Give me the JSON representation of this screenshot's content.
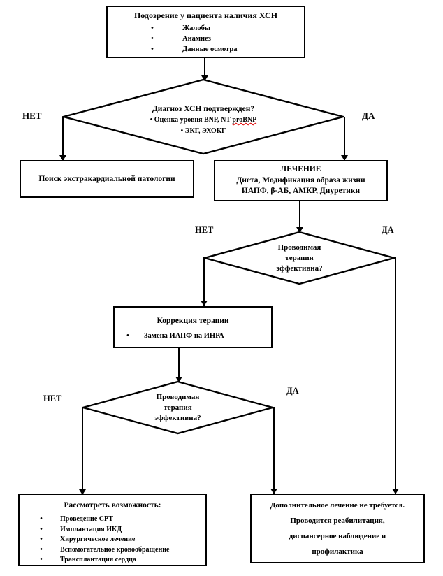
{
  "diagram": {
    "title_language": "ru",
    "labels": {
      "yes": "ДА",
      "no": "НЕТ"
    },
    "colors": {
      "line": "#000000",
      "background": "#ffffff",
      "spellcheck_underline": "#e00000"
    }
  },
  "nodes": {
    "suspicion": {
      "title": "Подозрение у пациента наличия ХСН",
      "bullets": [
        "Жалобы",
        "Анамнез",
        "Данные осмотра"
      ]
    },
    "diagnosis_decision": {
      "question": "Диагноз ХСН подтвержден?",
      "bullet1_prefix": "Оценка уровня BNP, NT-",
      "bullet1_misspelled": "proBNP",
      "bullet2": "ЭКГ, ЭХОКГ",
      "no_label": "НЕТ",
      "yes_label": "ДА"
    },
    "extracardial": {
      "text": "Поиск  экстракардиальной патологии"
    },
    "treatment": {
      "title": "ЛЕЧЕНИЕ",
      "line2": "Диета, Модификация образа жизни",
      "line3": "ИАПФ, β-АБ, АМКР, Диуретики"
    },
    "effective_decision_1": {
      "line1": "Проводимая",
      "line2": "терапия",
      "line3": "эффективна?",
      "no_label": "НЕТ",
      "yes_label": "ДА"
    },
    "correction": {
      "title": "Коррекция терапии",
      "bullets": [
        "Замена ИАПФ на ИНРА"
      ]
    },
    "effective_decision_2": {
      "line1": "Проводимая",
      "line2": "терапия",
      "line3": "эффективна?",
      "no_label": "НЕТ",
      "yes_label": "ДА"
    },
    "consider_options": {
      "title": "Рассмотреть возможность:",
      "bullets": [
        "Проведение СРТ",
        "Имплантация ИКД",
        "Хирургическое лечение",
        "Вспомогательное кровообращение",
        "Трансплантация сердца"
      ]
    },
    "no_additional": {
      "line1": "Дополнительное лечение не требуется.",
      "line2": "Проводится реабилитация,",
      "line3": "диспансерное наблюдение и",
      "line4": "профилактика"
    }
  }
}
